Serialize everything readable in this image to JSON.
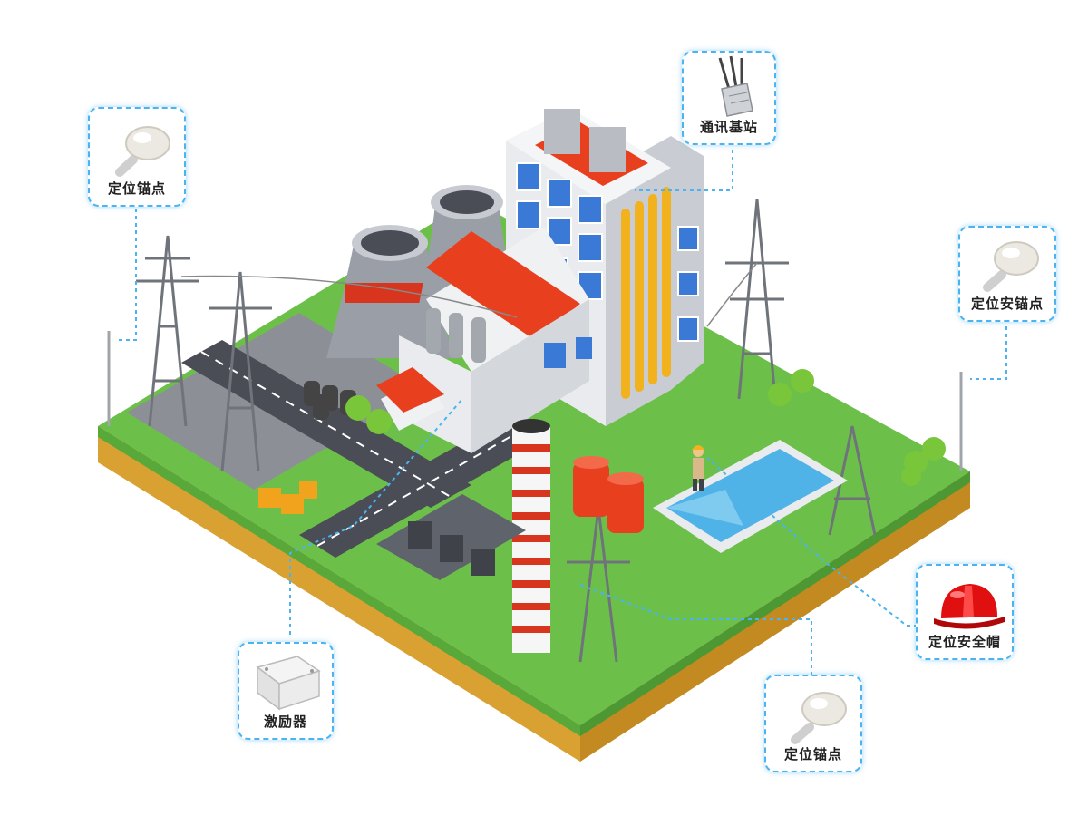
{
  "callouts": {
    "anchor_top_left": "定位锚点",
    "comm_base_station": "通讯基站",
    "anchor_right": "定位安锚点",
    "helmet": "定位安全帽",
    "exciter": "激励器",
    "anchor_bottom": "定位锚点"
  },
  "colors": {
    "callout_border": "#4ab3f0",
    "grass": "#6cc04a",
    "soil": "#d9a032",
    "roof_red": "#e8401f",
    "pipe_yellow": "#f2b21e",
    "water": "#4fb3e8",
    "helmet_red": "#e01010"
  },
  "icons": [
    "anchor-icon",
    "antenna-icon",
    "helmet-icon",
    "exciter-box-icon"
  ]
}
